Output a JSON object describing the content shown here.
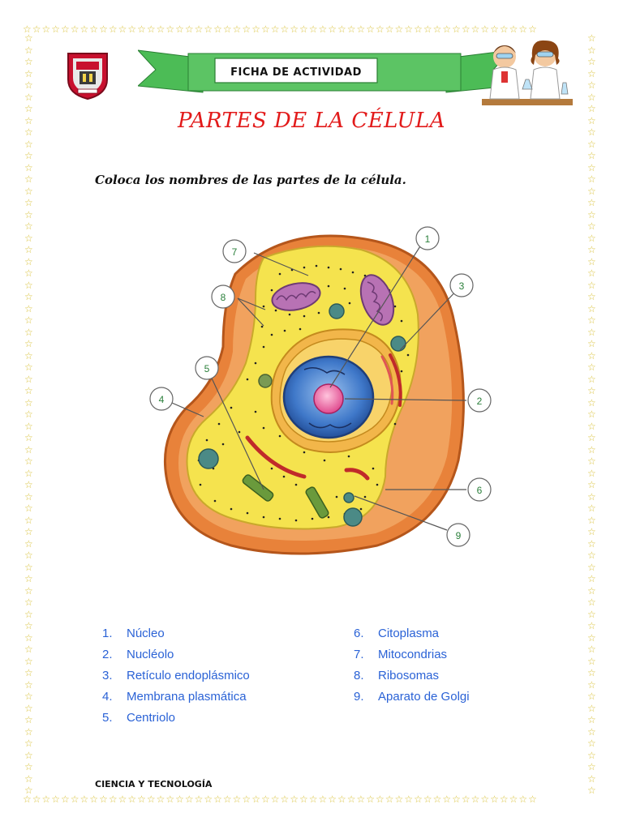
{
  "border": {
    "star_color": "#d9c23a"
  },
  "header": {
    "banner_text": "FICHA DE ACTIVIDAD",
    "banner_color": "#38b44a",
    "title": "PARTES DE LA CÉLULA",
    "title_color": "#e21a1a"
  },
  "instruction": "Coloca los nombres de las partes de la célula.",
  "diagram": {
    "labels": [
      "1",
      "2",
      "3",
      "4",
      "5",
      "6",
      "7",
      "8",
      "9"
    ]
  },
  "legend": {
    "left": [
      {
        "num": "1.",
        "text": "Núcleo"
      },
      {
        "num": "2.",
        "text": "Nucléolo"
      },
      {
        "num": "3.",
        "text": "Retículo endoplásmico"
      },
      {
        "num": "4.",
        "text": "Membrana plasmática"
      },
      {
        "num": "5.",
        "text": "Centriolo"
      }
    ],
    "right": [
      {
        "num": "6.",
        "text": "Citoplasma"
      },
      {
        "num": "7.",
        "text": "Mitocondrias"
      },
      {
        "num": "8.",
        "text": "Ribosomas"
      },
      {
        "num": "9.",
        "text": "Aparato de Golgi"
      }
    ],
    "color": "#2a62d6"
  },
  "footer": {
    "text": "CIENCIA Y TECNOLOGÍA"
  }
}
